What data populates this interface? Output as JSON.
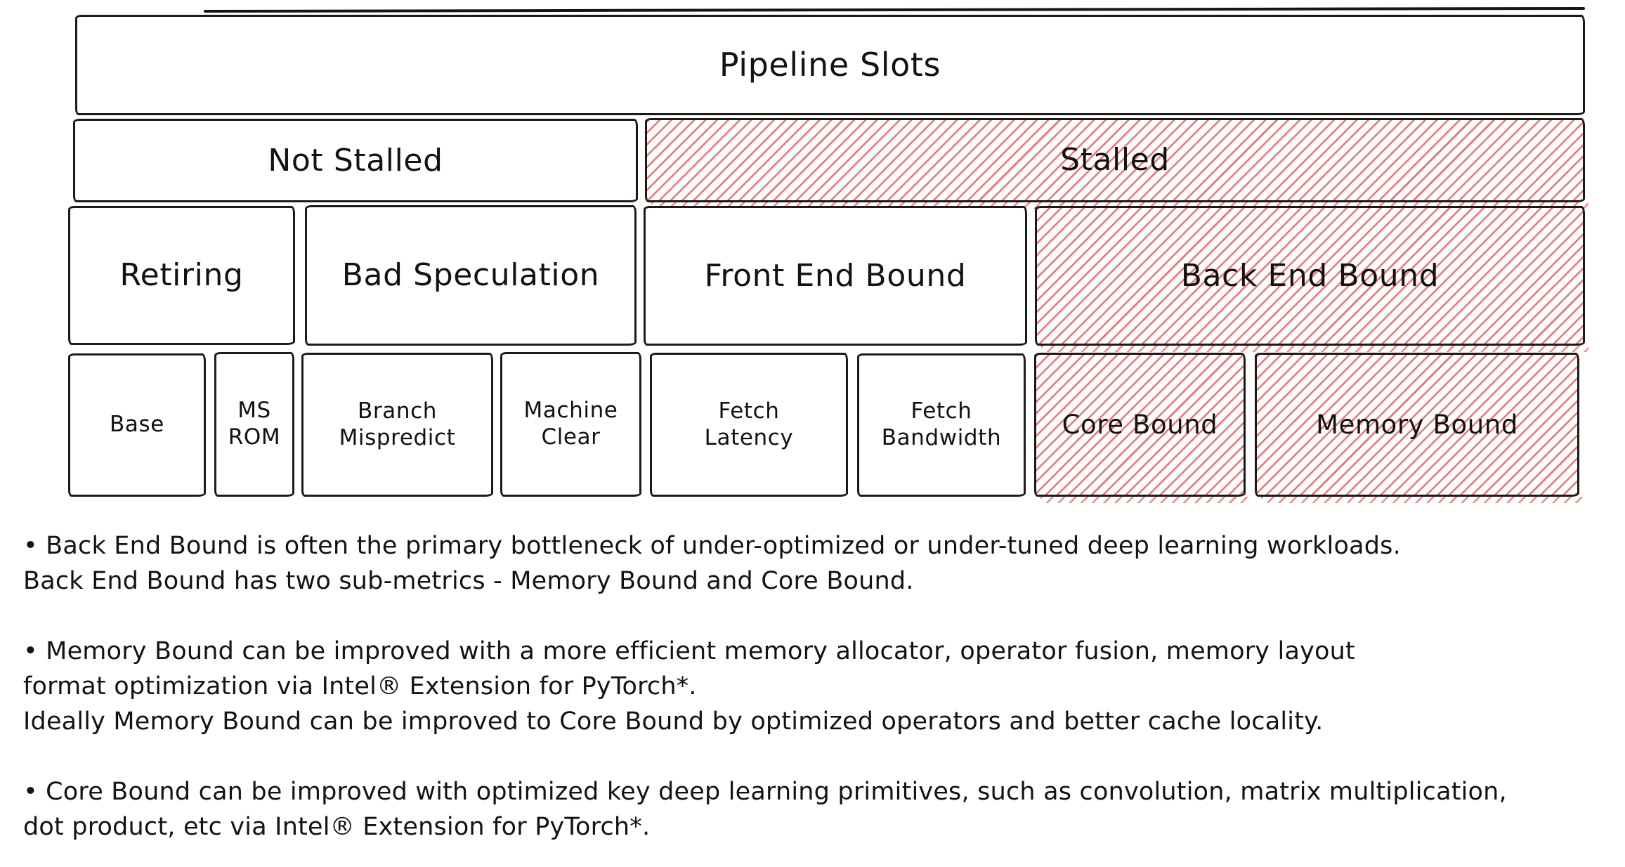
{
  "diagram": {
    "title_box": "Pipeline Slots",
    "boxes": {
      "pipeline_slots": "Pipeline Slots",
      "not_stalled": "Not Stalled",
      "stalled": "Stalled",
      "retiring": "Retiring",
      "bad_speculation": "Bad Speculation",
      "front_end_bound": "Front End Bound",
      "back_end_bound": "Back End Bound",
      "base": "Base",
      "ms_rom": "MS\nROM",
      "branch_mispredict": "Branch\nMispredict",
      "machine_clear": "Machine\nClear",
      "fetch_latency": "Fetch\nLatency",
      "fetch_bandwidth": "Fetch\nBandwidth",
      "core_bound": "Core Bound",
      "memory_bound": "Memory Bound"
    },
    "hatched_boxes": [
      "stalled",
      "back_end_bound",
      "core_bound",
      "memory_bound"
    ],
    "colors": {
      "hatch_red": "#f75c5c",
      "border": "#1b1b1b",
      "text": "#121212",
      "background": "#ffffff"
    }
  },
  "notes": [
    {
      "lines": [
        "• Back End Bound is often the primary bottleneck of under-optimized or under-tuned deep learning workloads.",
        "Back End Bound has two sub-metrics - Memory Bound and Core Bound."
      ]
    },
    {
      "lines": [
        "• Memory Bound can be improved with a more efficient memory allocator, operator fusion, memory layout",
        "format optimization via Intel® Extension for PyTorch*.",
        "Ideally Memory Bound can be improved to Core Bound by optimized operators and better cache locality."
      ]
    },
    {
      "lines": [
        "• Core Bound can be improved with optimized key deep learning primitives, such as convolution, matrix multiplication,",
        "dot product, etc via Intel® Extension for PyTorch*."
      ]
    }
  ]
}
